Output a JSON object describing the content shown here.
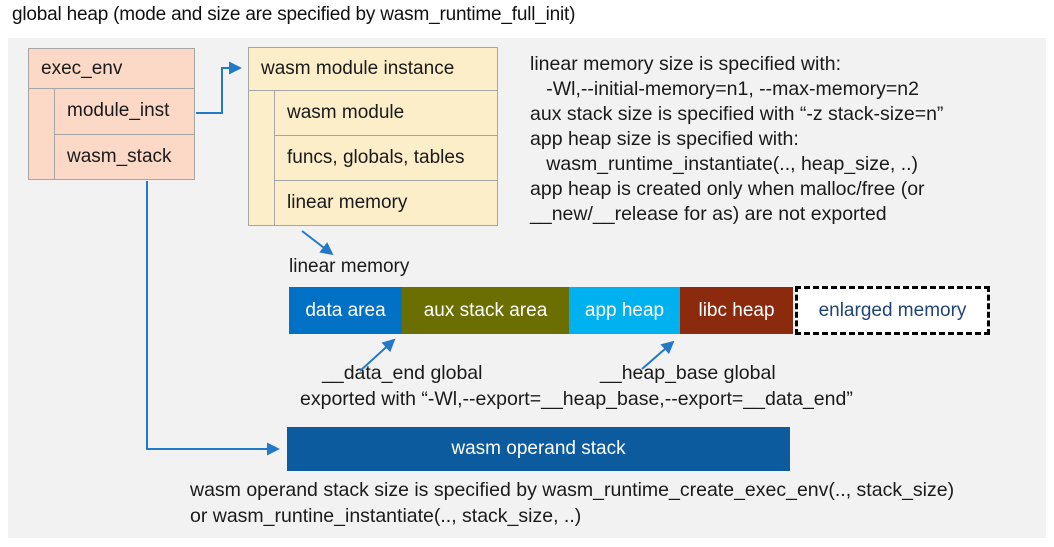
{
  "title": "global heap (mode and size are specified by wasm_runtime_full_init)",
  "exec_env_box": {
    "header": "exec_env",
    "rows": [
      "module_inst",
      "wasm_stack"
    ]
  },
  "module_instance_box": {
    "header": "wasm module instance",
    "rows": [
      "wasm module",
      "funcs, globals, tables",
      "linear memory"
    ]
  },
  "notes": {
    "lines": [
      "linear memory size is specified with:",
      "   -Wl,--initial-memory=n1, --max-memory=n2",
      "aux stack size is specified with “-z stack-size=n”",
      "app heap size is specified with:",
      "   wasm_runtime_instantiate(.., heap_size, ..)",
      "app heap is created only when malloc/free (or",
      "__new/__release for as) are not exported"
    ]
  },
  "linear_memory": {
    "label": "linear memory",
    "segments": [
      {
        "label": "data area",
        "color": "#0071c5"
      },
      {
        "label": "aux stack area",
        "color": "#6b6e00"
      },
      {
        "label": "app heap",
        "color": "#00b1ef"
      },
      {
        "label": "libc heap",
        "color": "#8b2a0c"
      },
      {
        "label": "enlarged memory",
        "color": "#ffffff",
        "text_color": "#1f4477",
        "border": "dashed"
      }
    ]
  },
  "annotations": {
    "data_end": "__data_end global",
    "heap_base": "__heap_base global",
    "exported": "exported with “-Wl,--export=__heap_base,--export=__data_end”"
  },
  "operand_stack": {
    "label": "wasm operand stack",
    "notes": [
      "wasm operand stack size is specified by wasm_runtime_create_exec_env(.., stack_size)",
      "or wasm_runtine_instantiate(.., stack_size, ..)"
    ]
  },
  "colors": {
    "panel_bg": "#f2f2f2",
    "exec_env_fill": "#fcd9c7",
    "module_instance_fill": "#fdeeca",
    "border_gray": "#a6a6a6",
    "arrow_blue": "#2478c8",
    "operand_stack_fill": "#0b5b9e"
  }
}
